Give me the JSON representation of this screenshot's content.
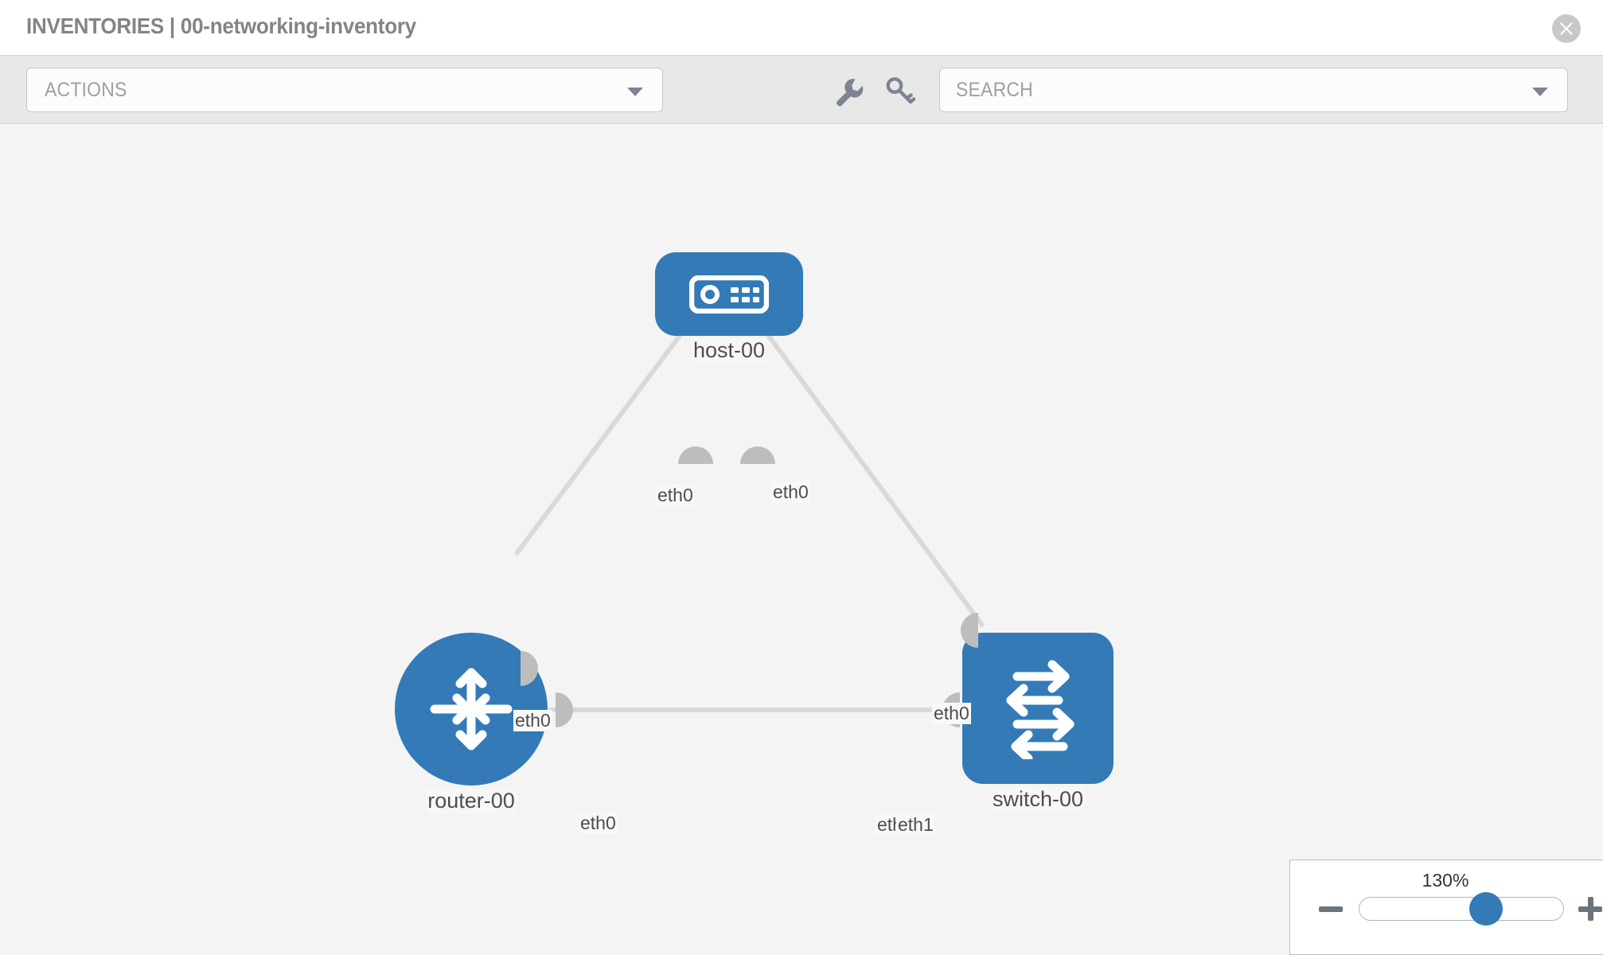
{
  "header": {
    "title": "INVENTORIES | 00-networking-inventory",
    "close_icon": "close-circle-icon"
  },
  "toolbar": {
    "actions_label": "ACTIONS",
    "actions_caret_icon": "chevron-down-icon",
    "wrench_icon": "wrench-icon",
    "key_icon": "key-icon",
    "search_placeholder": "SEARCH",
    "search_value": "",
    "search_caret_icon": "chevron-down-icon"
  },
  "topology": {
    "nodes": [
      {
        "id": "host-00",
        "label": "host-00",
        "type": "host",
        "icon": "server-icon",
        "shape": "rounded",
        "color": "#337ab7"
      },
      {
        "id": "router-00",
        "label": "router-00",
        "type": "router",
        "icon": "router-icon",
        "shape": "circle",
        "color": "#337ab7"
      },
      {
        "id": "switch-00",
        "label": "switch-00",
        "type": "switch",
        "icon": "switch-icon",
        "shape": "rounded",
        "color": "#337ab7"
      }
    ],
    "links": [
      {
        "from": "host-00",
        "from_iface": "eth0",
        "to": "router-00",
        "to_iface": "eth0"
      },
      {
        "from": "host-00",
        "from_iface": "eth0",
        "to": "switch-00",
        "to_iface": "eth0"
      },
      {
        "from": "router-00",
        "from_iface": "eth0",
        "to": "switch-00",
        "to_iface": "eth1"
      }
    ],
    "edge_labels": {
      "host_left": "eth0",
      "host_right": "eth0",
      "router_up": "eth0",
      "switch_up": "eth0",
      "router_right": "eth0",
      "switch_left_a": "eth",
      "switch_left_b": "eth1"
    },
    "link_color": "#d9d9d9",
    "iface_color": "#bdbdbd",
    "canvas_color": "#f4f4f4"
  },
  "zoom": {
    "percent": "130%",
    "value": 130,
    "minus_icon": "minus-icon",
    "plus_icon": "plus-icon",
    "thumb_position_pct": 63
  }
}
